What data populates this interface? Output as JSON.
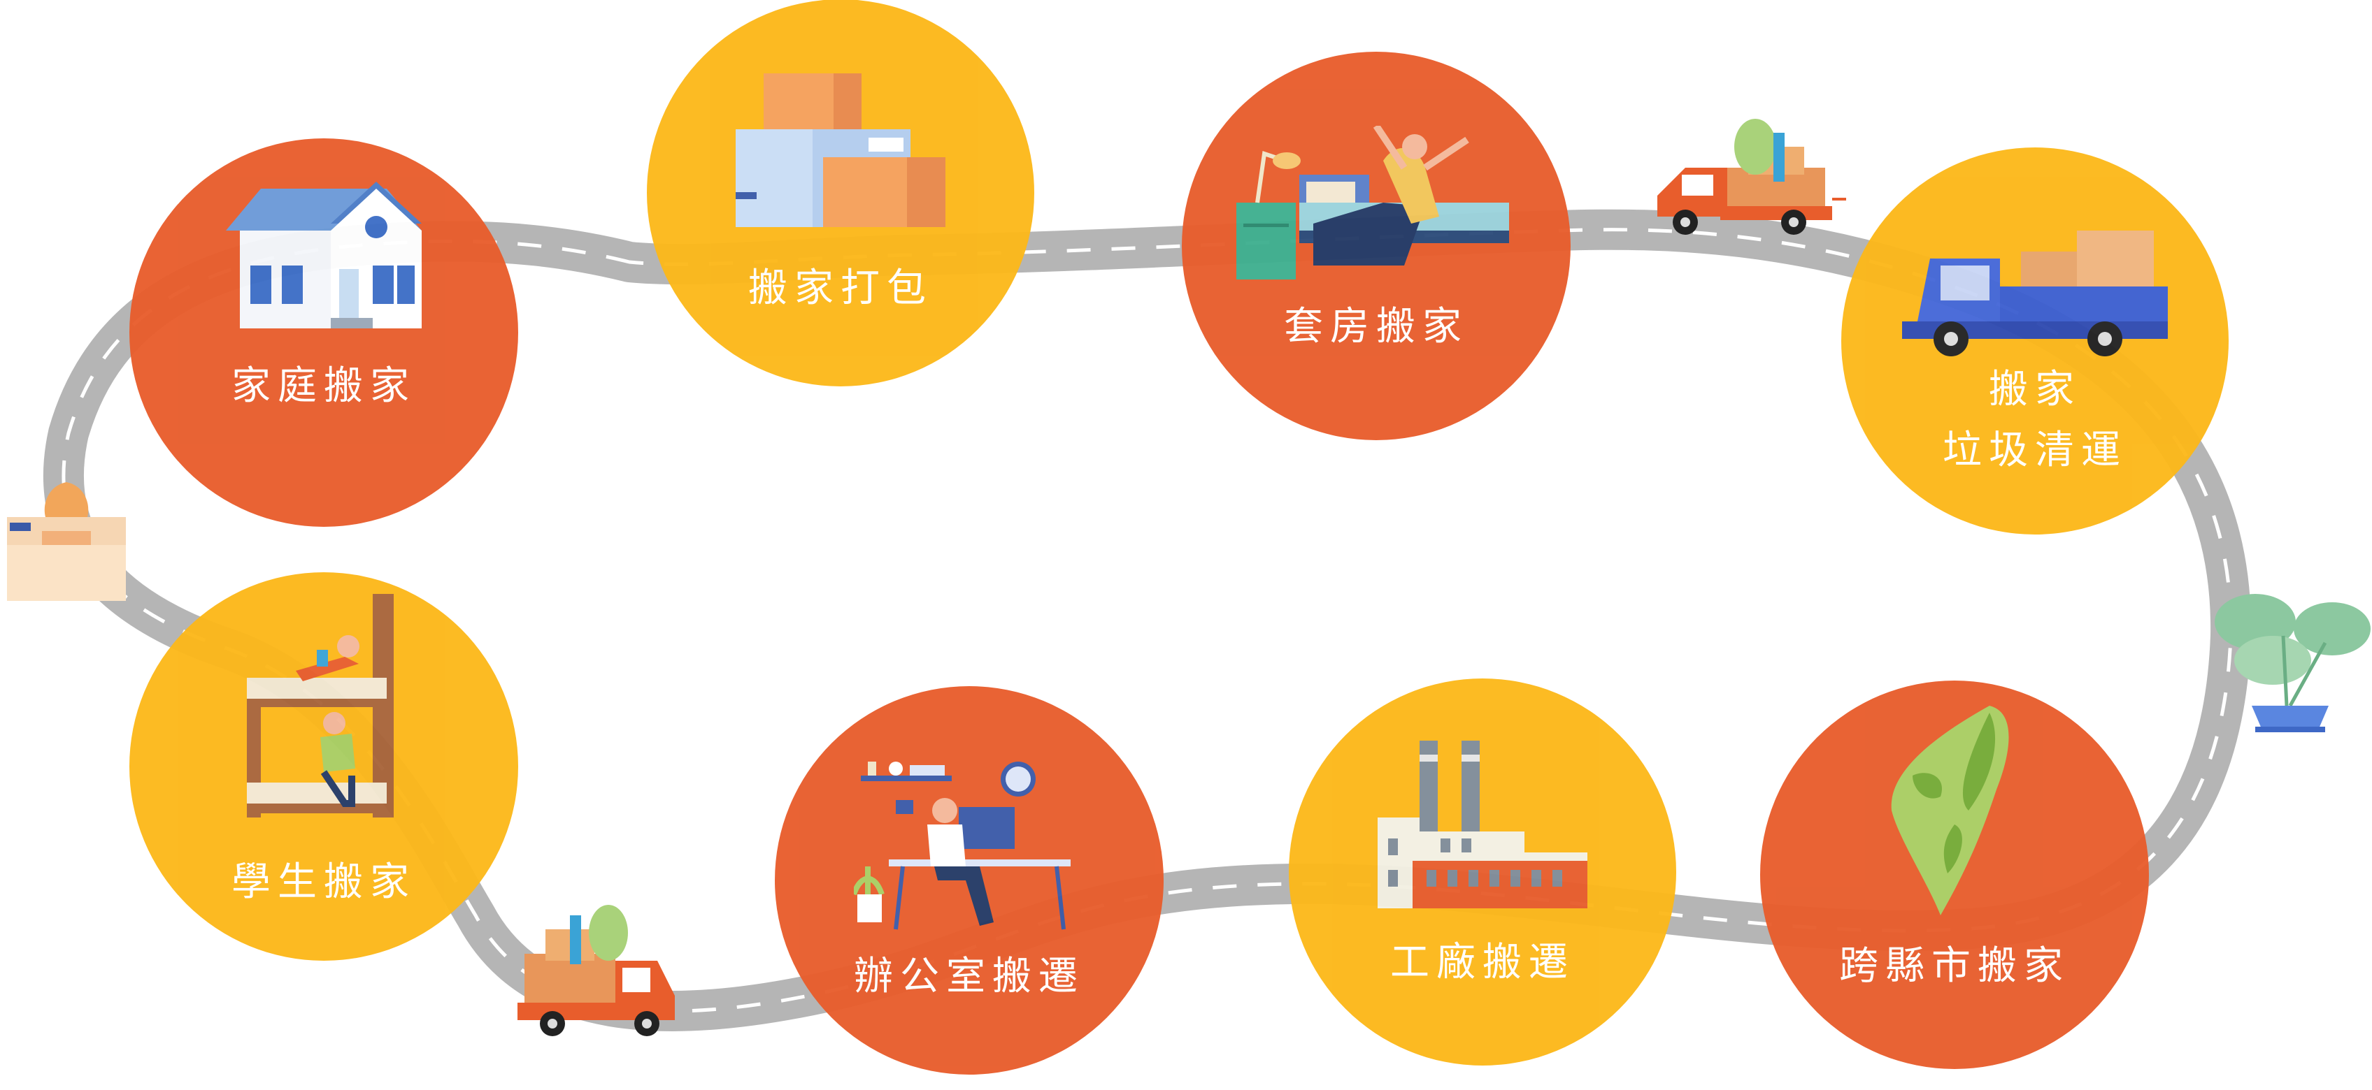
{
  "colors": {
    "orange": "#E85D2C",
    "yellow": "#FCB81A",
    "road": "#B5B5B5",
    "road_dash": "#FFFFFF",
    "white": "#FFFFFF"
  },
  "services": [
    {
      "id": "home",
      "label": "家庭搬家",
      "color": "orange",
      "icon": "house-icon"
    },
    {
      "id": "packing",
      "label": "搬家打包",
      "color": "yellow",
      "icon": "boxes-icon"
    },
    {
      "id": "suite",
      "label": "套房搬家",
      "color": "orange",
      "icon": "bedroom-icon"
    },
    {
      "id": "garbage",
      "label_line1": "搬家",
      "label_line2": "垃圾清運",
      "color": "yellow",
      "icon": "pickup-truck-icon"
    },
    {
      "id": "cross-county",
      "label": "跨縣市搬家",
      "color": "orange",
      "icon": "taiwan-map-icon"
    },
    {
      "id": "factory",
      "label": "工廠搬遷",
      "color": "yellow",
      "icon": "factory-icon"
    },
    {
      "id": "office",
      "label": "辦公室搬遷",
      "color": "orange",
      "icon": "office-desk-icon"
    },
    {
      "id": "student",
      "label": "學生搬家",
      "color": "yellow",
      "icon": "bunk-bed-icon"
    }
  ],
  "decorations": [
    "delivery-truck-icon",
    "moving-box-icon",
    "potted-plant-icon"
  ]
}
